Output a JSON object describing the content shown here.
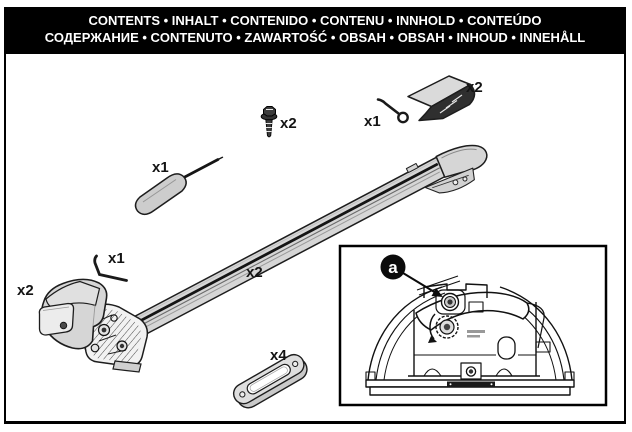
{
  "header": {
    "line1": "CONTENTS • INHALT • CONTENIDO • CONTENU • INNHOLD • CONTEÚDO",
    "line2": "СОДЕРЖАНИЕ • CONTENUTO • ZAWARTOŚĆ • OBSAH • OBSAH • INHOUD • INNEHÅLL"
  },
  "parts": {
    "crossbar": {
      "qty": "x2"
    },
    "screwdriver": {
      "qty": "x1"
    },
    "screw": {
      "qty": "x2"
    },
    "security_key": {
      "qty": "x1"
    },
    "end_cap": {
      "qty": "x2"
    },
    "foot_cover": {
      "qty": "x2"
    },
    "hex_key": {
      "qty": "x1"
    },
    "base_pad": {
      "qty": "x4"
    }
  },
  "inset": {
    "callout_label": "a"
  },
  "colors": {
    "header_bg": "#000000",
    "header_text": "#ffffff",
    "part_fill": "#d6d6d6",
    "dark_fill": "#2f2f2f",
    "outline": "#1d1d1d"
  }
}
